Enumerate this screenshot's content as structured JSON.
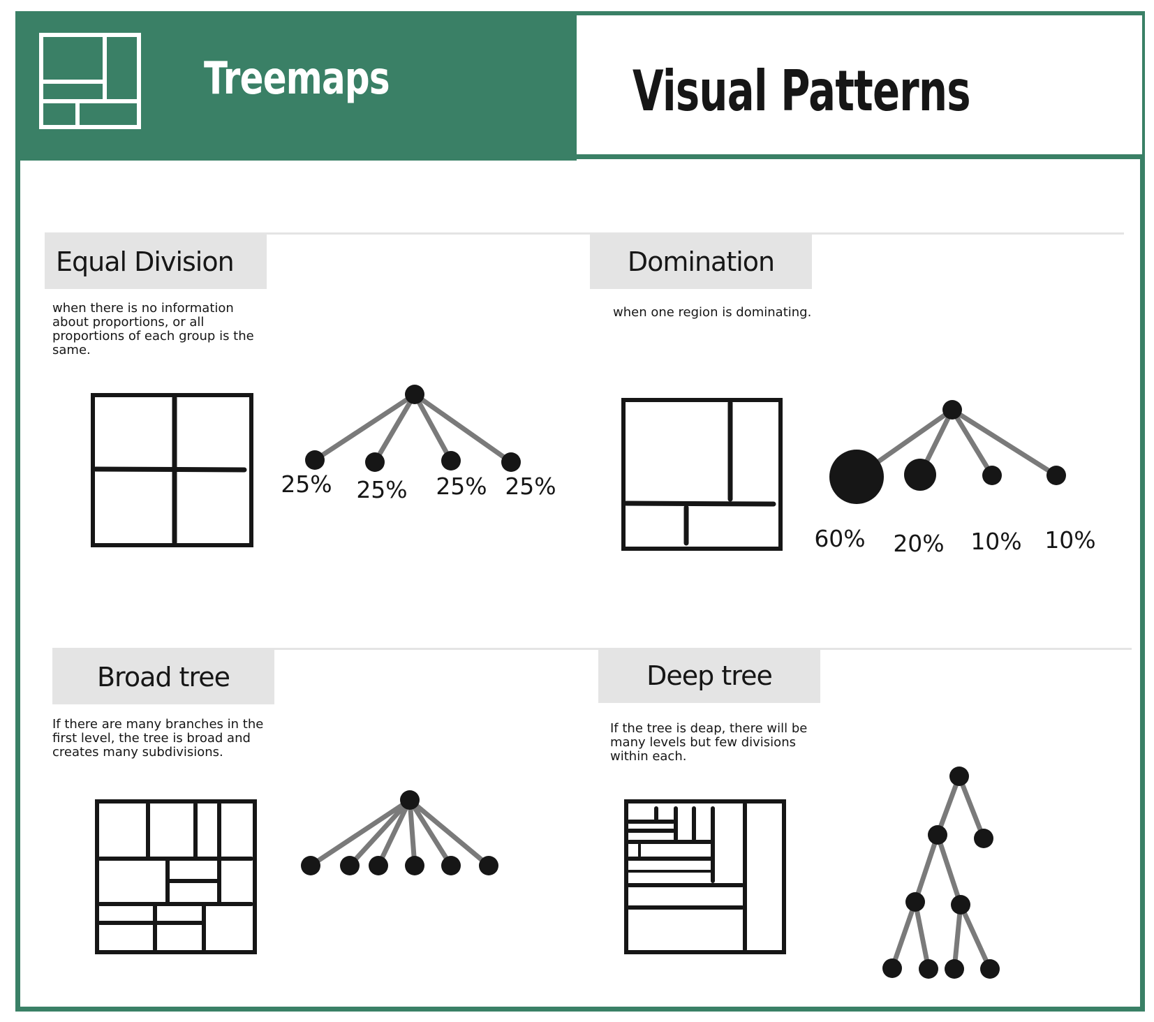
{
  "header": {
    "title": "Treemaps",
    "subtitle": "Visual Patterns",
    "logo_icon": "treemap-icon",
    "accent_color": "#3a8066"
  },
  "sections": {
    "equal_division": {
      "label": "Equal Division",
      "description": "when there is no information about proportions, or all proportions of each group is the same.",
      "percentages": [
        "25%",
        "25%",
        "25%",
        "25%"
      ]
    },
    "domination": {
      "label": "Domination",
      "description": "when one region is dominating.",
      "percentages": [
        "60%",
        "20%",
        "10%",
        "10%"
      ]
    },
    "broad_tree": {
      "label": "Broad tree",
      "description": "If there are many branches in the first level, the tree is broad and creates many subdivisions."
    },
    "deep_tree": {
      "label": "Deep tree",
      "description": "If the tree is deap, there will be many levels but few divisions within each."
    }
  }
}
